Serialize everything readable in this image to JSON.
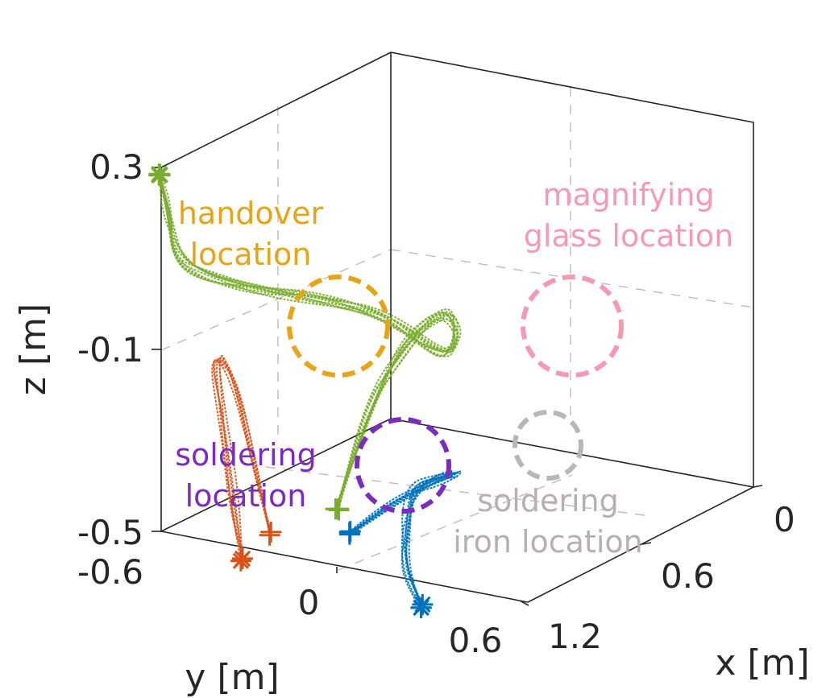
{
  "chart_data": {
    "type": "line3d",
    "xlabel": "x [m]",
    "ylabel": "y [m]",
    "zlabel": "z [m]",
    "x_ticks": [
      "0",
      "0.6",
      "1.2"
    ],
    "y_ticks": [
      "-0.6",
      "0",
      "0.6"
    ],
    "z_ticks": [
      "0.3",
      "-0.1",
      "-0.5"
    ],
    "xlim": [
      0,
      1.2
    ],
    "ylim": [
      -0.6,
      0.6
    ],
    "zlim": [
      -0.5,
      0.3
    ],
    "grid": true,
    "markers": {
      "start": "+",
      "end": "*"
    },
    "series": [
      {
        "color": "#7aad2f",
        "curves": 10,
        "path": [
          [
            0.55,
            0.0,
            -0.36
          ],
          [
            0.6,
            0.1,
            -0.15
          ],
          [
            0.7,
            0.2,
            0.0
          ],
          [
            0.7,
            0.35,
            0.05
          ],
          [
            0.65,
            0.5,
            0.03
          ],
          [
            0.6,
            0.58,
            -0.05
          ],
          [
            0.55,
            0.55,
            -0.1
          ],
          [
            0.5,
            0.3,
            0.02
          ],
          [
            0.45,
            0.0,
            0.08
          ],
          [
            0.35,
            -0.2,
            0.1
          ],
          [
            0.2,
            -0.35,
            0.12
          ],
          [
            0.1,
            -0.4,
            0.15
          ],
          [
            0.0,
            -0.35,
            0.22
          ],
          [
            -0.1,
            -0.3,
            0.27
          ]
        ]
      },
      {
        "color": "#d95319",
        "curves": 6,
        "path": [
          [
            0.35,
            -0.15,
            -0.44
          ],
          [
            0.3,
            -0.2,
            -0.3
          ],
          [
            0.25,
            -0.25,
            -0.1
          ],
          [
            0.2,
            -0.3,
            -0.05
          ],
          [
            0.25,
            -0.3,
            -0.2
          ],
          [
            0.3,
            -0.3,
            -0.35
          ],
          [
            0.35,
            -0.3,
            -0.48
          ]
        ]
      },
      {
        "color": "#0072bd",
        "curves": 8,
        "path": [
          [
            0.62,
            0.0,
            -0.4
          ],
          [
            0.8,
            0.05,
            -0.3
          ],
          [
            0.9,
            0.2,
            -0.25
          ],
          [
            0.8,
            0.4,
            -0.28
          ],
          [
            0.6,
            0.5,
            -0.34
          ],
          [
            0.5,
            0.45,
            -0.38
          ],
          [
            0.6,
            0.3,
            -0.42
          ],
          [
            0.8,
            0.1,
            -0.45
          ],
          [
            1.0,
            0.0,
            -0.48
          ]
        ]
      }
    ],
    "annotations": [
      {
        "label_lines": [
          "handover",
          "location"
        ],
        "color": "#e8a317",
        "ring_color": "#e8a317"
      },
      {
        "label_lines": [
          "magnifying",
          "glass location"
        ],
        "color": "#f59ab0",
        "ring_color": "#f59ab0"
      },
      {
        "label_lines": [
          "soldering",
          "location"
        ],
        "color": "#7b2cbf",
        "ring_color": "#7b2cbf"
      },
      {
        "label_lines": [
          "soldering",
          "iron location"
        ],
        "color": "#b9afb3",
        "ring_color": "#b7b7b7"
      }
    ]
  }
}
